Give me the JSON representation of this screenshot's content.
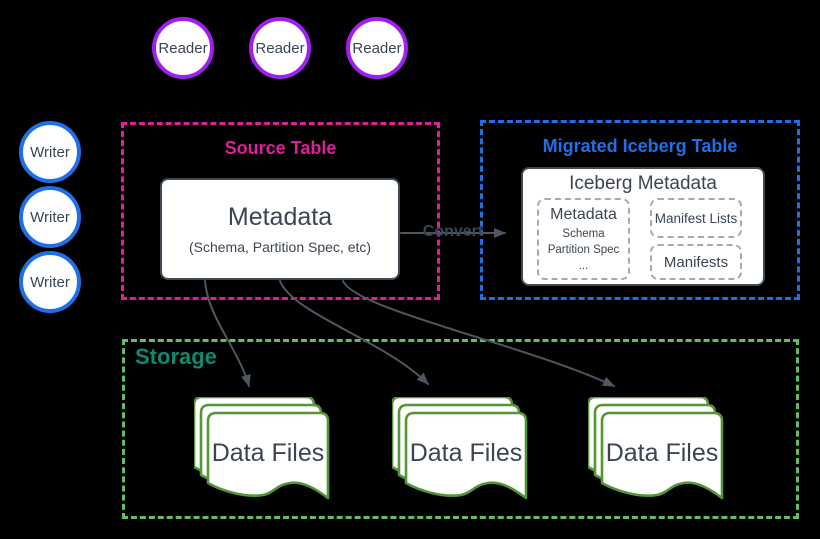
{
  "readers": [
    {
      "label": "Reader"
    },
    {
      "label": "Reader"
    },
    {
      "label": "Reader"
    }
  ],
  "writers": [
    {
      "label": "Writer"
    },
    {
      "label": "Writer"
    },
    {
      "label": "Writer"
    }
  ],
  "source_table": {
    "title": "Source Table",
    "metadata": {
      "title": "Metadata",
      "subtitle": "(Schema, Partition Spec, etc)"
    }
  },
  "convert": {
    "label": "Convert"
  },
  "migrated_table": {
    "title": "Migrated Iceberg Table",
    "iceberg_metadata": {
      "title": "Iceberg Metadata",
      "metadata_group": {
        "title": "Metadata",
        "items": [
          "Schema",
          "Partition Spec",
          "..."
        ]
      },
      "manifest_lists": {
        "label": "Manifest Lists"
      },
      "manifests": {
        "label": "Manifests"
      }
    }
  },
  "storage": {
    "title": "Storage",
    "stacks": [
      {
        "label": "Data Files"
      },
      {
        "label": "Data Files"
      },
      {
        "label": "Data Files"
      }
    ]
  },
  "colors": {
    "background": "#000000",
    "reader_border": "#a21df0",
    "writer_border": "#1f70e8",
    "source_accent": "#e01d9b",
    "migrated_accent": "#1f70e8",
    "storage_border": "#63bd63",
    "storage_title": "#0d8a70",
    "data_file_border": "#549636",
    "dark_text": "#3b4552",
    "arrow": "#4d5761",
    "inner_dashed_border": "#a9a9a9"
  }
}
